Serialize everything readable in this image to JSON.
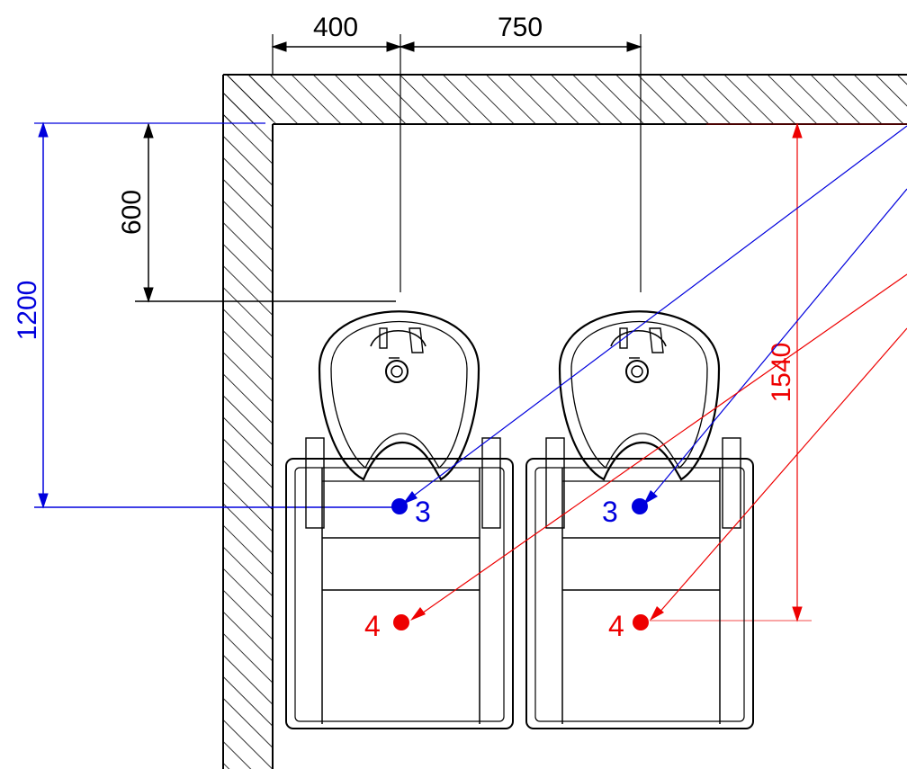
{
  "dimensions": {
    "wall_offset": "400",
    "basin_spacing": "750",
    "basin_depth": "600",
    "blue_point_height": "1200",
    "red_point_height": "1540"
  },
  "markers": {
    "blue_left": "3",
    "blue_right": "3",
    "red_left": "4",
    "red_right": "4"
  },
  "colors": {
    "blue": "#0000dd",
    "red": "#ee0000",
    "line": "#000000"
  }
}
